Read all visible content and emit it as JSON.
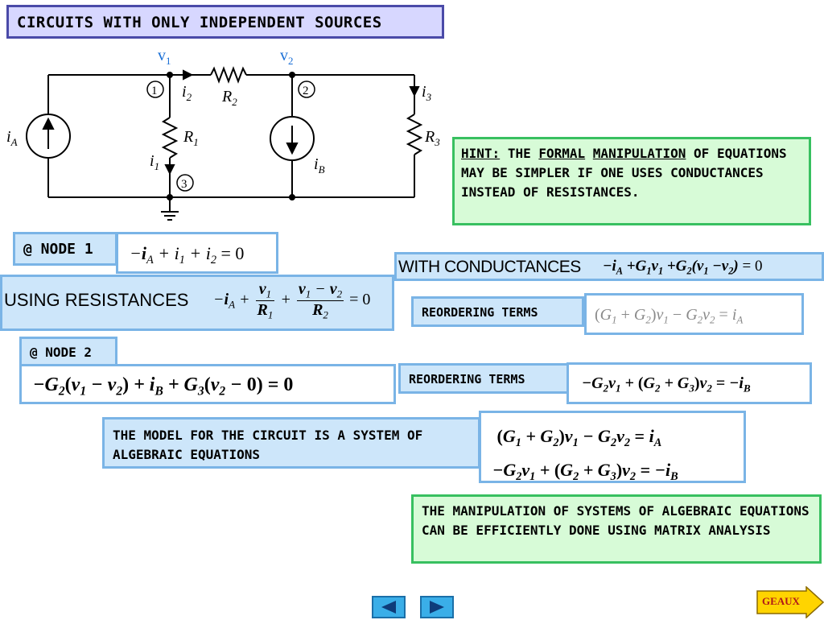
{
  "title": "CIRCUITS WITH ONLY INDEPENDENT SOURCES",
  "circuit": {
    "v1": "v",
    "v1_sub": "1",
    "v2": "v",
    "v2_sub": "2",
    "node1": "1",
    "node2": "2",
    "node3": "3",
    "iA": "i",
    "iA_sub": "A",
    "iB": "i",
    "iB_sub": "B",
    "i1": "i",
    "i1_sub": "1",
    "i2": "i",
    "i2_sub": "2",
    "i3": "i",
    "i3_sub": "3",
    "R1": "R",
    "R1_sub": "1",
    "R2": "R",
    "R2_sub": "2",
    "R3": "R",
    "R3_sub": "3",
    "node_label_color": "#1a6fd6"
  },
  "hint": {
    "w1": "HINT:",
    "w2": "THE",
    "w3": "FORMAL",
    "w4": "MANIPULATION",
    "w5": "OF",
    "rest": "EQUATIONS MAY BE SIMPLER IF ONE USES CONDUCTANCES INSTEAD OF RESISTANCES."
  },
  "node1_label": "@ NODE 1",
  "node2_label": "@ NODE 2",
  "using_resistances_label": "USING RESISTANCES",
  "with_conductances_label": "WITH CONDUCTANCES",
  "reordering_terms_1": "REORDERING TERMS",
  "reordering_terms_2": "REORDERING TERMS",
  "model_text": "THE MODEL FOR THE CIRCUIT IS A SYSTEM OF ALGEBRAIC EQUATIONS",
  "matrix_text": "THE MANIPULATION OF SYSTEMS OF ALGEBRAIC EQUATIONS CAN BE EFFICIENTLY DONE USING MATRIX ANALYSIS",
  "nav": {
    "prev_icon": "triangle-left-icon",
    "next_icon": "triangle-right-icon",
    "geaux_label": "GEAUX"
  },
  "colors": {
    "title_bg": "#d7d7ff",
    "blue_box": "#cde6fa",
    "green_box": "#d7fbd7",
    "nav_button": "#3aaee8",
    "geaux": "#ffd400"
  }
}
